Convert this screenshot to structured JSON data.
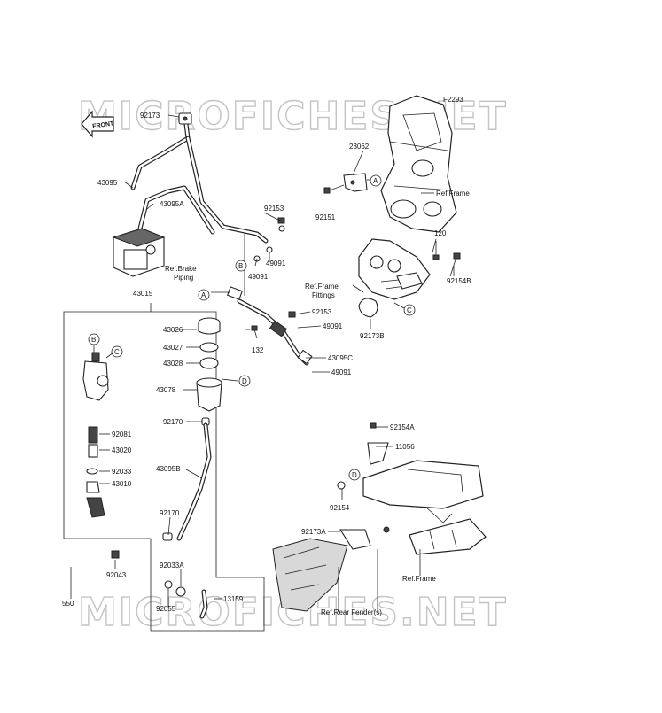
{
  "watermark": {
    "text": "MICROFICHES.NET"
  },
  "diagram_id": "F2293",
  "front_label": "FRONT",
  "refs": {
    "frame": "Ref.Frame",
    "brake_piping_1": "Ref.Brake",
    "brake_piping_2": "Piping",
    "frame_fittings_1": "Ref.Frame",
    "frame_fittings_2": "Fittings",
    "frame_lower": "Ref.Frame",
    "rear_fender": "Ref.Rear Fender(s)"
  },
  "callouts": {
    "a": "A",
    "b": "B",
    "c": "C",
    "d": "D"
  },
  "parts": {
    "p92173": "92173",
    "p43095": "43095",
    "p43095A": "43095A",
    "p43015": "43015",
    "p43026": "43026",
    "p43027": "43027",
    "p43028": "43028",
    "p43078": "43078",
    "p92170a": "92170",
    "p43095B": "43095B",
    "p92170b": "92170",
    "p92033A": "92033A",
    "p92055": "92055",
    "p13159": "13159",
    "p92081": "92081",
    "p43020": "43020",
    "p92033": "92033",
    "p43010": "43010",
    "p92043": "92043",
    "p550": "550",
    "p92153a": "92153",
    "p49091a": "49091",
    "p49091b": "49091",
    "p132": "132",
    "p92153b": "92153",
    "p49091c": "49091",
    "p43095C": "43095C",
    "p49091d": "49091",
    "p23062": "23062",
    "p92151": "92151",
    "p120": "120",
    "p92154B": "92154B",
    "p92173B": "92173B",
    "p92154A": "92154A",
    "p11056": "11056",
    "p92154": "92154",
    "p92173A": "92173A"
  }
}
